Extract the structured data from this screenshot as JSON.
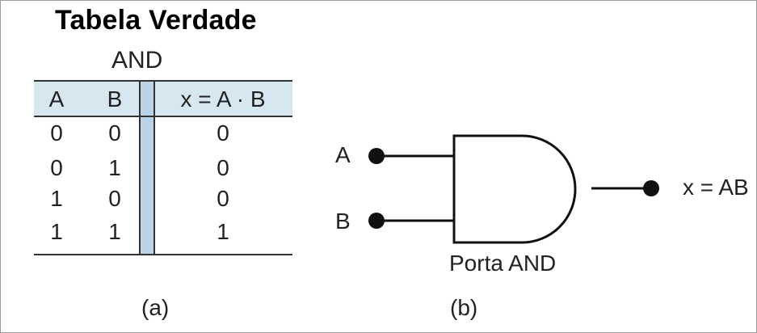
{
  "title": "Tabela Verdade",
  "truth_table": {
    "gate_name": "AND",
    "headers": [
      "A",
      "B",
      "x = A · B"
    ],
    "rows": [
      [
        "0",
        "0",
        "0"
      ],
      [
        "0",
        "1",
        "0"
      ],
      [
        "1",
        "0",
        "0"
      ],
      [
        "1",
        "1",
        "1"
      ]
    ],
    "caption": "(a)"
  },
  "gate_diagram": {
    "input_a": "A",
    "input_b": "B",
    "output": "x = AB",
    "gate_label": "Porta AND",
    "caption": "(b)"
  }
}
